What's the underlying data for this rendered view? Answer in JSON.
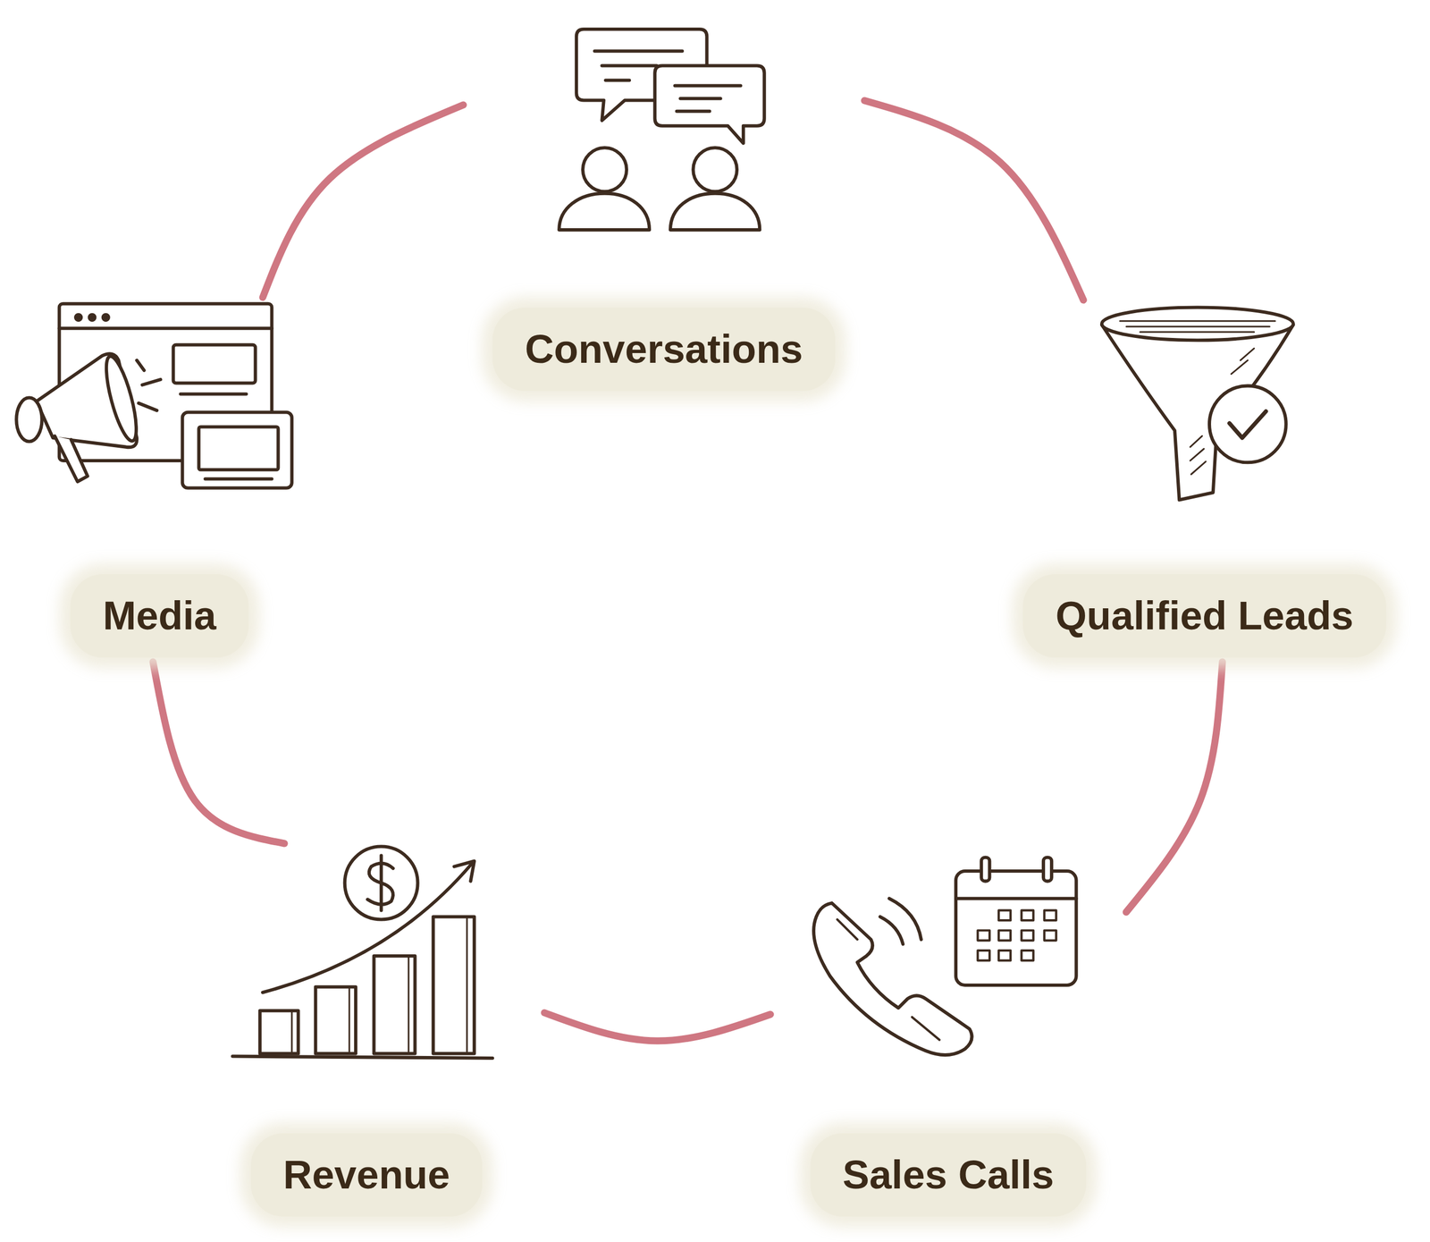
{
  "diagram": {
    "nodes": [
      {
        "text": [
          "Conversations"
        ]
      },
      {
        "text": [
          "Qualified Leads"
        ]
      },
      {
        "text": [
          "Sales Calls"
        ]
      },
      {
        "text": [
          "Revenue"
        ]
      },
      {
        "text": [
          "Media"
        ]
      }
    ],
    "edges": [
      {
        "from": 4,
        "to": 0,
        "arrow": "none"
      },
      {
        "from": 0,
        "to": 1,
        "arrow": "none"
      },
      {
        "from": 1,
        "to": 2,
        "arrow": "none"
      },
      {
        "from": 2,
        "to": 3,
        "arrow": "none"
      },
      {
        "from": 3,
        "to": 4,
        "arrow": "none"
      }
    ]
  }
}
